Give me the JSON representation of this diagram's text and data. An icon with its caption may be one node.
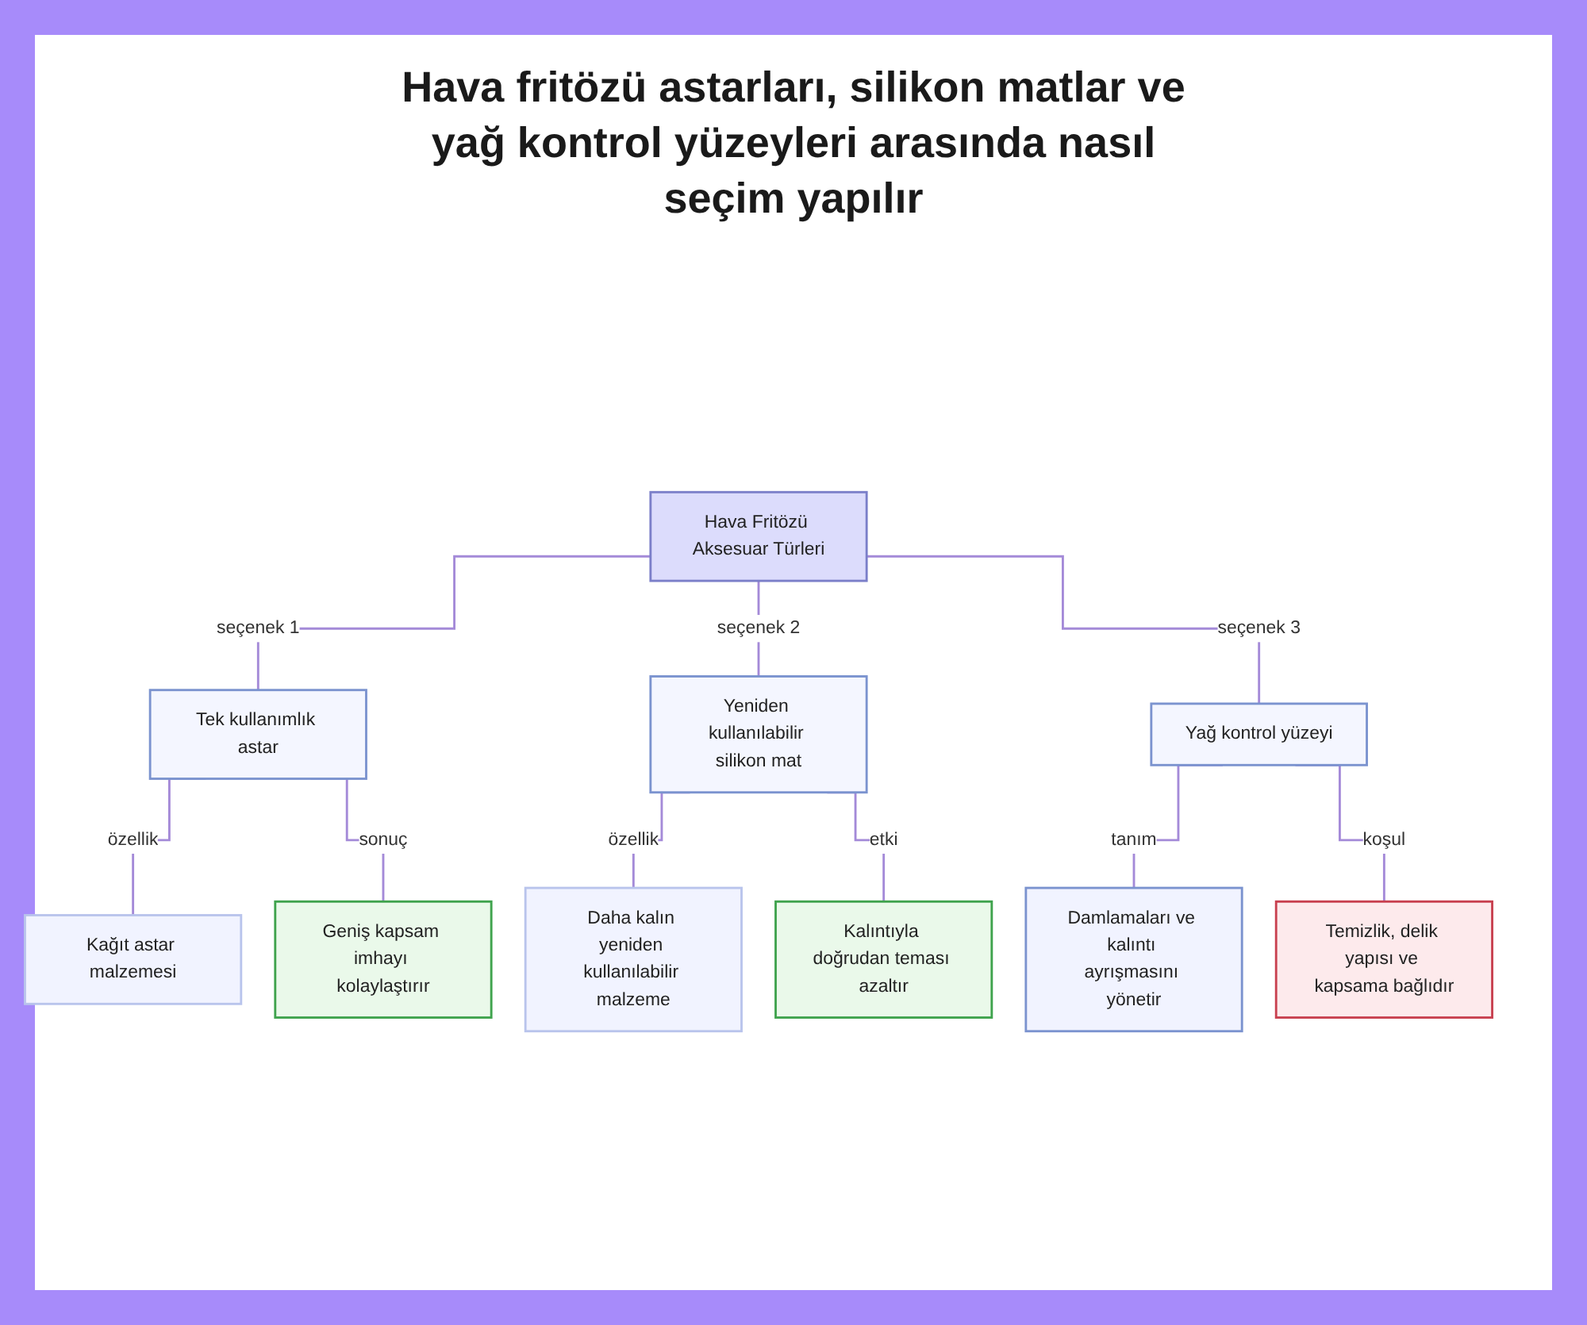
{
  "diagram": {
    "title": "Hava fritözü astarları, silikon matlar ve yağ kontrol yüzeyleri arasında nasıl seçim yapılır",
    "nodes": [
      {
        "text": [
          "Hava Fritözü Aksesuar Türleri"
        ]
      },
      {
        "text": [
          "Tek kullanımlık astar"
        ]
      },
      {
        "text": [
          "Yeniden kullanılabilir silikon mat"
        ]
      },
      {
        "text": [
          "Yağ kontrol yüzeyi"
        ]
      },
      {
        "text": [
          "Kağıt astar malzemesi"
        ]
      },
      {
        "text": [
          "Geniş kapsam imhayı kolaylaştırır"
        ]
      },
      {
        "text": [
          "Daha kalın yeniden kullanılabilir malzeme"
        ]
      },
      {
        "text": [
          "Kalıntıyla doğrudan teması azaltır"
        ]
      },
      {
        "text": [
          "Damlamaları ve kalıntı ayrışmasını yönetir"
        ]
      },
      {
        "text": [
          "Temizlik, delik yapısı ve kapsama bağlıdır"
        ]
      }
    ],
    "edges": [
      {
        "from": 0,
        "to": 1,
        "arrow": "none",
        "label": "seçenek 1"
      },
      {
        "from": 0,
        "to": 2,
        "arrow": "none",
        "label": "seçenek 2"
      },
      {
        "from": 0,
        "to": 3,
        "arrow": "none",
        "label": "seçenek 3"
      },
      {
        "from": 1,
        "to": 4,
        "arrow": "none",
        "label": "özellik"
      },
      {
        "from": 1,
        "to": 5,
        "arrow": "none",
        "label": "sonuç"
      },
      {
        "from": 2,
        "to": 6,
        "arrow": "none",
        "label": "özellik"
      },
      {
        "from": 2,
        "to": 7,
        "arrow": "none",
        "label": "etki"
      },
      {
        "from": 3,
        "to": 8,
        "arrow": "none",
        "label": "tanım"
      },
      {
        "from": 3,
        "to": 9,
        "arrow": "none",
        "label": "koşul"
      }
    ]
  }
}
